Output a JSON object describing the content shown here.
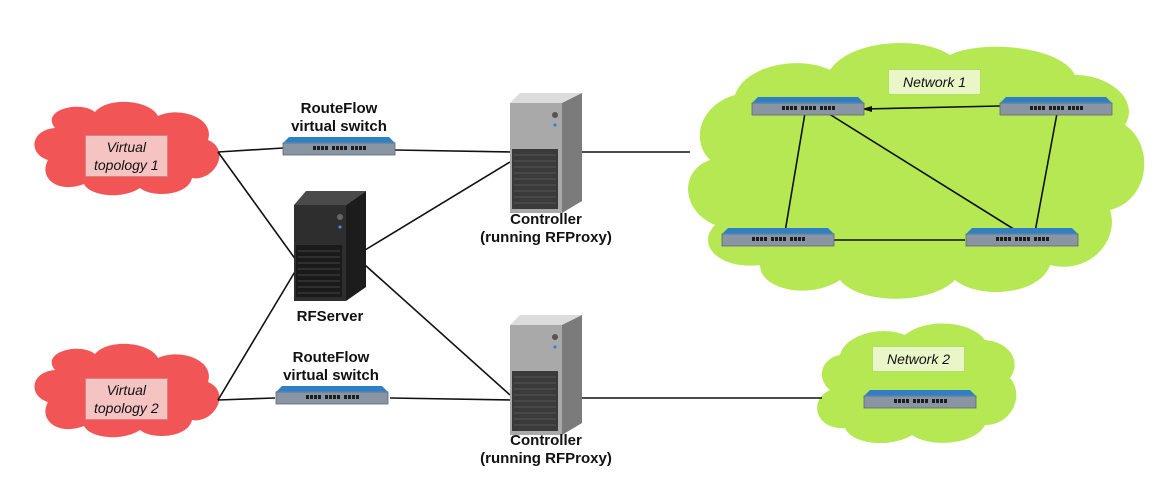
{
  "virtual_topologies": [
    {
      "label": "Virtual\ntopology 1"
    },
    {
      "label": "Virtual\ntopology 2"
    }
  ],
  "virtual_switches": [
    {
      "label": "RouteFlow\nvirtual switch"
    },
    {
      "label": "RouteFlow\nvirtual switch"
    }
  ],
  "rfserver": {
    "label": "RFServer"
  },
  "controllers": [
    {
      "label": "Controller\n(running RFProxy)"
    },
    {
      "label": "Controller\n(running RFProxy)"
    }
  ],
  "networks": [
    {
      "label": "Network 1"
    },
    {
      "label": "Network 2"
    }
  ],
  "colors": {
    "virtual_cloud": "#f25555",
    "virtual_label_bg": "#f6c3c3",
    "network_cloud": "#b5e853",
    "network_label_bg": "#e9f7c8",
    "switch_body": "#8a95a3",
    "switch_top": "#3a87c8",
    "server_dark": "#2b2b2b",
    "server_light": "#b0b0b0"
  }
}
